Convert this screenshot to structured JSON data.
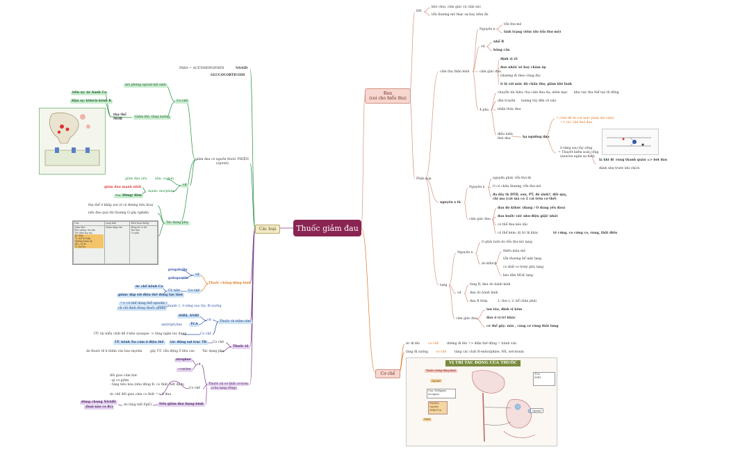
{
  "root": {
    "label": "Thuốc giảm đau"
  },
  "branches": {
    "dau": {
      "line1": "Đau",
      "line2": "(coi cho hiểu thu)"
    },
    "cacloai": {
      "label": "Các loại"
    },
    "coche": {
      "label": "Cơ chế"
    }
  },
  "dau_tree": {
    "dn": "ĐN",
    "dn_a": "khó chịu, cảm giác và cảm xúc",
    "dn_b": "tổn thương mô thực sự hay tiềm ẩn",
    "phanloai": "Phân loại",
    "cam_tk": "cảm thụ thần kinh",
    "nguyennhan": "Nguyên n",
    "tonthuongmo": "tổn thư mô",
    "tinhtrangviem": "tình trạng viêm (do tổn thư mô)",
    "vd": "vd",
    "nhoR": "nhổ R",
    "bongcan": "bỏng cần",
    "camgiacdau": "cảm giác đau",
    "dinhvi": "định vị rõ",
    "daunhoi": "đau nhói/ xé hay châm ép",
    "thuong": "(thường đi theo vùng đa)",
    "tile": "tỉ lệ với mức độ chấn thư, giảm khi lành",
    "bonpha": "4 pha",
    "chuyentin": "chuyển tín hiệu: thụ cảm đau da, niêm mạc",
    "khuvuc": "khu vực thu thể tạo th động",
    "dantruyen": "dẫn truyền",
    "huongtu": "hướng tủy đến vỏ não",
    "nhanthuc": "nhận thức đau",
    "dieubien": "điều biến",
    "feeldau": "feel đau",
    "ngoung": "hạ ngưỡng đau",
    "chatde": "= chất đề tk (vd mức phản nội sinh)",
    "chatde2": "=> tác chế feel đau",
    "osong": "ở sừng sau tủy sống",
    "thuyetkiem": "= Thuyết kiểm soát cổng",
    "neuron": "(neuron ngăn sợ feel)",
    "lakhi": "là khi đi",
    "rung": "rung thanh quản => bớt đau",
    "danhnha": "đánh nhẹ trước khi chích",
    "nguyen_tk": "nguyên x tk",
    "ng_tk": "Nguyên n",
    "ngphat": "nguyên phát: tổn thư tk",
    "ocochan": "O có chấn thương, tổn thư mô",
    "dauday": "đa dây tk ĐTĐ,  zon, PT, đè xinh?, đốt quỵ,",
    "chiram": "chi ma (cắt mà có 2 cái trên cơ thể)",
    "camgiac2": "cảm giác đau",
    "dauokhuc": "đau đo kthức (đang / O đang yếu đau)",
    "daubuot": "đau buốt/ rát/ như điện giật/ nhói",
    "cothe": "có thể đau kéo dài",
    "cokem": "có thể kèm: dị tri tk khác",
    "tecung": "tê cứng, co cứng co, rung, thất điều",
    "tang": "tạng",
    "ngtang": "Nguyên n",
    "ophai": "O phải luôn do tổn thư mô tạng",
    "dokthich": "do kthích",
    "thieumau": "thiếu máu mô",
    "tonthuong": "tổn thương bể mặt tạng",
    "cothat": "co thắt cơ trơn/ phù tạng",
    "keodan": "kéo dãn MLK tạng",
    "vd2": "vd",
    "longR": "lòng R, đau do hành kinh",
    "dauday2": "đau do hành kinh",
    "dauRthua": "đau R thừa",
    "1thuv": "1: thư v, 2: kể chân phải",
    "camgiac3": "cảm giác đau",
    "lantoa": "lan tỏa, định vị kém",
    "dauovitri": "đau ở vị trí khác",
    "cotheg": "có thể gây: nôn , căng cơ vùng thắt lưng"
  },
  "coche_tree": {
    "ucdilen": "ức đi lên",
    "coche1": "cơ chế",
    "duongdi": "đường đi lên => điện thế động = hành vàn",
    "tangdi": "tăng đi xuống",
    "coche2": "cơ chế",
    "tangcac": "tăng các chất B-endorphine, NE, serotonin",
    "fig_title": "VỊ TRÍ TÁC ĐỘNG CỦA THUỐC",
    "fig_labels": [
      "Thuốc chống động kinh",
      "Opioid",
      "Cox, Nefopam",
      "(acupan)",
      "NSAIDs",
      "Opioids",
      "SSRI/TCA",
      "GIAN",
      "TCA",
      "SSRI",
      "Opioid"
    ]
  },
  "loai_tree": {
    "para": "PARA = ACETAMINOPHEN",
    "nsaid": "NSAID",
    "gluco": "GLUCOCORTICOID",
    "giamdau_ng": "giảm đau có nguồn thuốc PHIỆN",
    "opioid": "(opioid)",
    "coche": "Cơ chế",
    "mophong": "mô phỏng opioid nội sinh",
    "tiensyuc": "tiền sy: ức hành Ca",
    "hausy": "Hậu sy: kthích kênh K",
    "thuthe": "thụ thể",
    "muor": "MOR",
    "giamlen": "Giảm lên, tăng xuống",
    "vd": "vđ",
    "giamdauyeu": "giảm đau yếu",
    "nhecodein": "nhẹ: codein",
    "giamdaumanh": "giảm đau mạnh nhất",
    "manhmorphine": "mạnh: morphine",
    "so30": "<= 30mg/ đêm",
    "tacdungphu": "Tác dụng phụ",
    "thuthe_o": "thụ thể ở khắp nơi (ở cả đường tiêu hóa)",
    "neudau": "nếu đau quá thì thương O gây nghiện",
    "tbl_head": [
      "Cơn",
      "Lạng tính",
      "Điều hoạt thống"
    ],
    "tbl_rows": [
      [
        "Giảm đau",
        "Chậm nhịp tim",
        "Bồng bt co tái"
      ],
      [
        "Phê sướng, êm dịu",
        "",
        "Táo bón"
      ],
      [
        "Tụt thân mạ mạ",
        "",
        "Co giật"
      ],
      [
        "An thần",
        "",
        ""
      ],
      [
        "Ức chế hô hấp",
        "",
        ""
      ],
      [
        "Nhiêng buồn ớn",
        "",
        ""
      ],
      [
        "Nấc, có ức",
        "",
        ""
      ],
      [
        "Ức chế ho",
        "",
        ""
      ]
    ],
    "chongdk": "Thuốc chống động kinh",
    "pregab": "pregabalin",
    "gaba": "gabapentin",
    "ucche": "ức chế kênh Ca",
    "giamdap": "giảm/ đáp tới điện thế động tạo thời",
    "vd3": "vđ",
    "coche3": "Cơ chế",
    "uctien": "Ức tiền",
    "thuoctramcam": "Thuốc ck trầm cảm",
    "cothedung": "=> có thể dùng thể opioids /",
    "chichidinh": "ch chỉ định dùng thuốc phiện",
    "manhl": "mạnh 1,  ở sừng sau tủy, đi xuống",
    "ssri": "SSRI, SNRI",
    "tca": "TCA",
    "amitrip": "amitriptyline",
    "vd4": "vđ",
    "coche4": "Cơ chế",
    "uctaithu": "ỨC tái hiểu chất đề ở khe synapse -> tăng ngăn tác dụng",
    "thuoctt": "Thuốc tê",
    "uckenh": "ỨC kênh Na cảm ở điện thế",
    "tacdongsoi": "tác động sợi trục TK",
    "coche5": "Cơ chế",
    "dothuoc": "do thuốc tê k thấm vào bao myelin",
    "gayuc": "gây ỨC vẫn động ổ liều cao",
    "tacdungphu2": "Tác dụng phụ",
    "thuoccoch": "Thuốc ck cơ thất cơ trơn",
    "cuatang": "(của tạng rỗng)",
    "atropine": "atropine",
    "verine": "~verine",
    "vd5": "vđ",
    "coche6": "Cơ chế",
    "doigiam": "đối giao cảm hức",
    "giam_co": "- gì cơ giảm",
    "tangtieu": "- tăng tiêu hóa (nhu động R, co thắt, tiết dịch)",
    "ucchedoi": "ức chế đối giao cảm co thắt => ít đau",
    "dungchung": "dùng chung NSAID",
    "loainao": "(loại nào cs đc)",
    "dotang": "do tăng tiết PgE2",
    "neugiam": "Nếu giảm đau bụng kinh"
  },
  "colors": {
    "root": "#8a2452",
    "green": "#1f8a3a",
    "purple": "#7a3a8a",
    "orange": "#e0761e",
    "blue": "#2a4fa8",
    "pink": "#d39484"
  }
}
